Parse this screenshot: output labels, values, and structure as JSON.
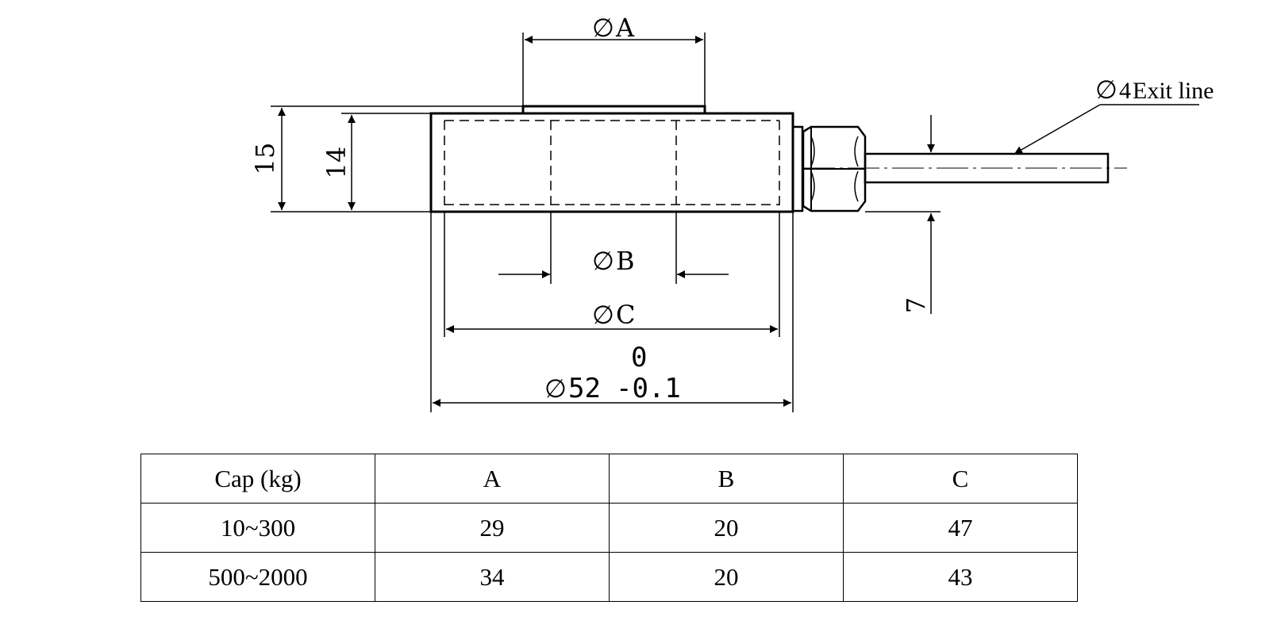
{
  "drawing": {
    "dim_A": "A",
    "dim_B": "B",
    "dim_C": "C",
    "diameter_symbol": "∅",
    "dim_height_15": "15",
    "dim_height_14": "14",
    "dim_cable_7": "7",
    "dim_diameter_52": "52",
    "tolerance_upper": "0",
    "tolerance_lower": "-0.1",
    "exit_line_value": "4",
    "exit_line_label": "Exit line"
  },
  "table": {
    "headers": [
      "Cap (kg)",
      "A",
      "B",
      "C"
    ],
    "rows": [
      [
        "10~300",
        "29",
        "20",
        "47"
      ],
      [
        "500~2000",
        "34",
        "20",
        "43"
      ]
    ]
  }
}
